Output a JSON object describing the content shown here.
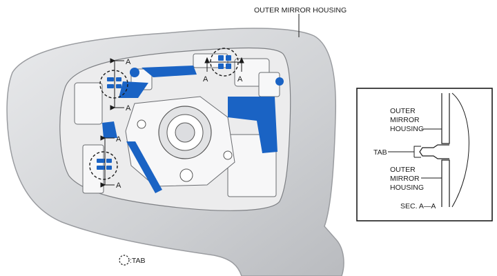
{
  "labels": {
    "outer_mirror_housing": "OUTER MIRROR HOUSING",
    "section_marker": "A",
    "legend_tab": ":TAB"
  },
  "section_view": {
    "housing_top_line1": "OUTER",
    "housing_top_line2": "MIRROR",
    "housing_top_line3": "HOUSING",
    "tab": "TAB",
    "housing_bottom_line1": "OUTER",
    "housing_bottom_line2": "MIRROR",
    "housing_bottom_line3": "HOUSING",
    "caption": "SEC. A—A"
  },
  "colors": {
    "accent_blue": "#1a63c4",
    "housing_gray": "#d9dadc",
    "inner_gray": "#eeeeef",
    "line": "#1a1a1a"
  }
}
